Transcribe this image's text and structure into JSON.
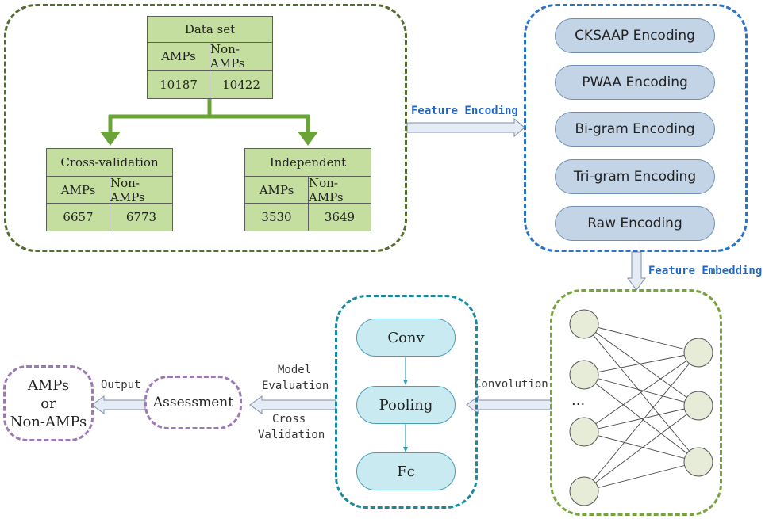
{
  "dataset": {
    "title": "Data set",
    "col1": "AMPs",
    "col2": "Non-AMPs",
    "val1": "10187",
    "val2": "10422"
  },
  "crossval": {
    "title": "Cross-validation",
    "col1": "AMPs",
    "col2": "Non-AMPs",
    "val1": "6657",
    "val2": "6773"
  },
  "independent": {
    "title": "Independent",
    "col1": "AMPs",
    "col2": "Non-AMPs",
    "val1": "3530",
    "val2": "3649"
  },
  "encodings": [
    "CKSAAP Encoding",
    "PWAA Encoding",
    "Bi-gram Encoding",
    "Tri-gram Encoding",
    "Raw Encoding"
  ],
  "labels": {
    "feature_encoding": "Feature Encoding",
    "feature_embedding": "Feature Embedding",
    "convolution": "Convolution",
    "model_evaluation_1": "Model",
    "model_evaluation_2": "Evaluation",
    "cross_validation_1": "Cross",
    "cross_validation_2": "Validation",
    "output": "Output",
    "ellipsis": "..."
  },
  "cnn": {
    "conv": "Conv",
    "pooling": "Pooling",
    "fc": "Fc"
  },
  "assessment": "Assessment",
  "output_box": {
    "line1": "AMPs",
    "line2": "or",
    "line3": "Non-AMPs"
  },
  "colors": {
    "table_fill": "#c4dea0",
    "green_arrow": "#6aa338",
    "encoding_fill": "#c4d4e7",
    "cnn_fill": "#c9eaf0",
    "node_fill": "#e6ecd8",
    "label_blue": "#1f66c1"
  }
}
